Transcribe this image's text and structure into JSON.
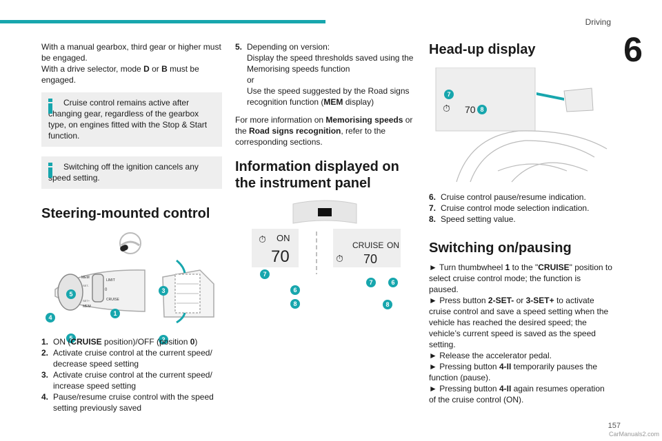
{
  "header": {
    "section": "Driving",
    "chapter": "6"
  },
  "col1": {
    "intro": [
      "With a manual gearbox, third gear or higher must be engaged.",
      "With a drive selector, mode ",
      "D",
      " or ",
      "B",
      " must be engaged."
    ],
    "info1": "Cruise control remains active after changing gear, regardless of the gearbox type, on engines fitted with the Stop & Start function.",
    "info2": "Switching off the ignition cancels any speed setting.",
    "heading": "Steering-mounted control",
    "lever_labels": {
      "limit": "LIMIT",
      "cruise": "CRUISE",
      "mem": "MEM",
      "set_minus": "SET-",
      "set_plus": "SET+",
      "zero": "0",
      "four": "II"
    },
    "callouts": [
      "5",
      "1",
      "4",
      "5",
      "3",
      "2"
    ],
    "items": [
      {
        "num": "1.",
        "pre": "ON (",
        "bold": "CRUISE",
        "mid": " position)/OFF (position ",
        "bold2": "0",
        "post": ")"
      },
      {
        "num": "2.",
        "text": "Activate cruise control at the current speed/ decrease speed setting"
      },
      {
        "num": "3.",
        "text": "Activate cruise control at the current speed/ increase speed setting"
      },
      {
        "num": "4.",
        "text": "Pause/resume cruise control with the speed setting previously saved"
      }
    ]
  },
  "col2": {
    "item5_num": "5.",
    "item5_lines": [
      "Depending on version:",
      "Display the speed thresholds saved using the Memorising speeds function",
      "or",
      "Use the speed suggested by the Road signs recognition function (",
      "MEM",
      " display)"
    ],
    "more": [
      "For more information on ",
      "Memorising speeds",
      " or the ",
      "Road signs recognition",
      ", refer to the corresponding sections."
    ],
    "heading": "Information displayed on the instrument panel",
    "panel_left": {
      "status": "ON",
      "speed": "70"
    },
    "panel_right": {
      "mode": "CRUISE",
      "status": "ON",
      "speed": "70"
    },
    "callouts": [
      "7",
      "6",
      "8",
      "7",
      "6",
      "8"
    ]
  },
  "col3": {
    "heading": "Head-up display",
    "hud_speed": "70",
    "hud_callouts": [
      "7",
      "8"
    ],
    "items": [
      {
        "num": "6.",
        "text": "Cruise control pause/resume indication."
      },
      {
        "num": "7.",
        "text": "Cruise control mode selection indication."
      },
      {
        "num": "8.",
        "text": "Speed setting value."
      }
    ],
    "heading2": "Switching on/pausing",
    "steps": [
      {
        "a": "► Turn thumbwheel ",
        "b": "1",
        "c": " to the \"",
        "d": "CRUISE",
        "e": "\" position to select cruise control mode; the function is paused."
      },
      {
        "a": "► Press button ",
        "b": "2-SET-",
        "c": " or ",
        "d": "3-SET+",
        "e": " to activate cruise control and save a speed setting when the vehicle has reached the desired speed; the vehicle’s current speed is saved as the speed setting."
      },
      {
        "a": "► Release the accelerator pedal.",
        "b": "",
        "c": "",
        "d": "",
        "e": ""
      },
      {
        "a": "► Pressing button ",
        "b": "4-II",
        "c": " temporarily pauses the function (pause).",
        "d": "",
        "e": ""
      },
      {
        "a": "► Pressing button ",
        "b": "4-II",
        "c": " again resumes operation of the cruise control (ON).",
        "d": "",
        "e": ""
      }
    ]
  },
  "footer": {
    "page": "157",
    "watermark": "CarManuals2.com"
  },
  "colors": {
    "accent": "#17a6ad",
    "box": "#eeeeee"
  }
}
